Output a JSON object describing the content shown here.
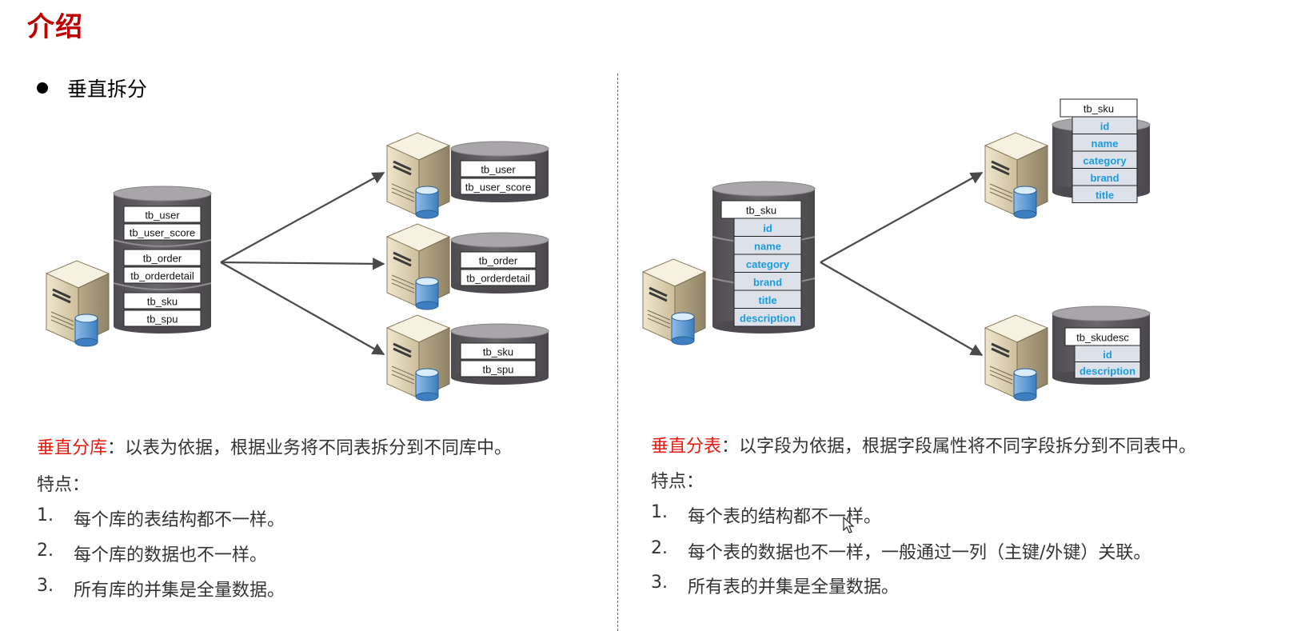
{
  "page": {
    "title": "介绍"
  },
  "bullet": {
    "text": "垂直拆分"
  },
  "left": {
    "source_db": {
      "groups": [
        [
          "tb_user",
          "tb_user_score"
        ],
        [
          "tb_order",
          "tb_orderdetail"
        ],
        [
          "tb_sku",
          "tb_spu"
        ]
      ]
    },
    "targets": [
      [
        "tb_user",
        "tb_user_score"
      ],
      [
        "tb_order",
        "tb_orderdetail"
      ],
      [
        "tb_sku",
        "tb_spu"
      ]
    ],
    "heading": "垂直分库",
    "description": "：以表为依据，根据业务将不同表拆分到不同库中。",
    "features_label": "特点：",
    "features": [
      {
        "num": "1.",
        "text": "每个库的表结构都不一样。"
      },
      {
        "num": "2.",
        "text": "每个库的数据也不一样。"
      },
      {
        "num": "3.",
        "text": "所有库的并集是全量数据。"
      }
    ]
  },
  "right": {
    "source_table": {
      "name": "tb_sku",
      "fields": [
        "id",
        "name",
        "category",
        "brand",
        "title",
        "description"
      ]
    },
    "target_tables": [
      {
        "name": "tb_sku",
        "fields": [
          "id",
          "name",
          "category",
          "brand",
          "title"
        ]
      },
      {
        "name": "tb_skudesc",
        "fields": [
          "id",
          "description"
        ]
      }
    ],
    "heading": "垂直分表",
    "description": "：以字段为依据，根据字段属性将不同字段拆分到不同表中。",
    "features_label": "特点：",
    "features": [
      {
        "num": "1.",
        "text": "每个表的结构都不一样。"
      },
      {
        "num": "2.",
        "text": "每个表的数据也不一样，一般通过一列（主键/外键）关联。"
      },
      {
        "num": "3.",
        "text": "所有表的并集是全量数据。"
      }
    ]
  },
  "colors": {
    "title": "#c00000",
    "highlight": "#e8190f",
    "field_text": "#1a9be0",
    "field_bg": "#dde2ea",
    "cylinder": "#5d5a5e",
    "cylinder_top": "#a9a6aa",
    "arrow": "#4a4a4a"
  }
}
